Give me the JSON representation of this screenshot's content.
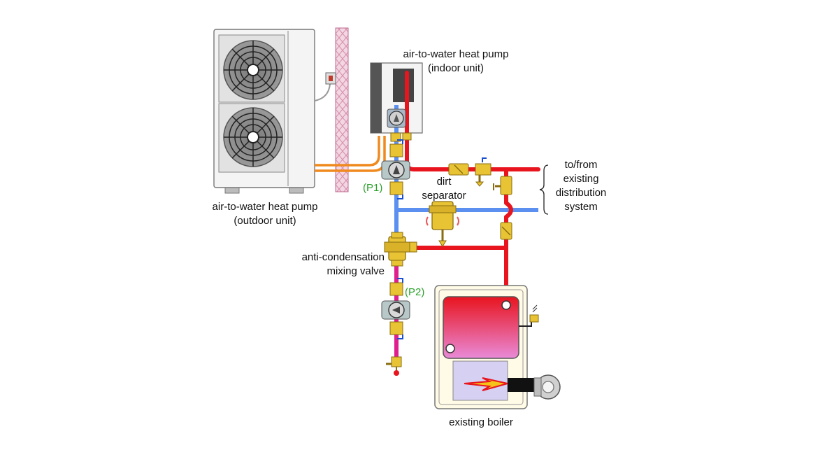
{
  "labels": {
    "outdoor_unit": [
      "air-to-water heat pump",
      "(outdoor unit)"
    ],
    "indoor_unit": [
      "air-to-water heat pump",
      "(indoor unit)"
    ],
    "dirt_separator": [
      "dirt",
      "separator"
    ],
    "to_from": [
      "to/from",
      "existing",
      "distribution",
      "system"
    ],
    "mixing_valve": [
      "anti-condensation",
      "mixing valve"
    ],
    "p1": "(P1)",
    "p2": "(P2)",
    "boiler": "existing boiler"
  },
  "colors": {
    "hot": "#e8141e",
    "cold": "#5b8ff0",
    "mixed": "#e01f8c",
    "refrigerant": "#f08a1e",
    "brass": "#e8c435",
    "wall": "#e8b4c8",
    "unit_body": "#f2f2f2",
    "tank_hot": "#e8141e",
    "tank_cool": "#e86ad0",
    "firebox": "#d6d0f2",
    "pump_label": "#2aa12a"
  }
}
